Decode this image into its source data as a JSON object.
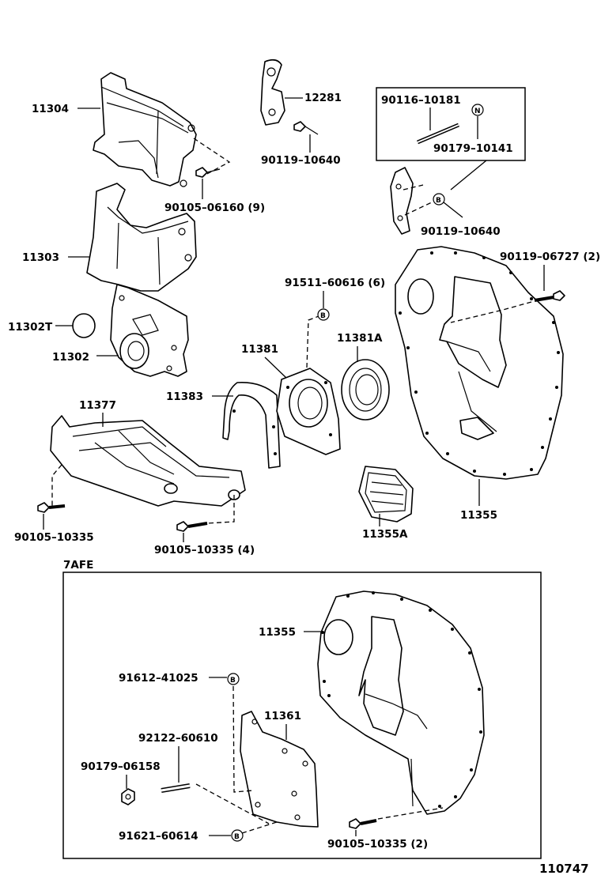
{
  "labels": {
    "p11304": "11304",
    "p12281": "12281",
    "p90119_10640a": "90119–10640",
    "p90116_10181": "90116–10181",
    "p90179_10141": "90179–10141",
    "p90119_10640b": "90119–10640",
    "p90105_06160": "90105–06160 (9)",
    "p11303": "11303",
    "p90119_06727": "90119–06727 (2)",
    "p91511_60616": "91511–60616 (6)",
    "p11302T": "11302T",
    "p11381": "11381",
    "p11381A": "11381A",
    "p11302": "11302",
    "p11383": "11383",
    "p11377": "11377",
    "p11355": "11355",
    "p11355A": "11355A",
    "p90105_10335a": "90105–10335",
    "p90105_10335b": "90105–10335 (4)",
    "section_7afe": "7AFE",
    "p11355b": "11355",
    "p91612_41025": "91612–41025",
    "p11361": "11361",
    "p92122_60610": "92122–60610",
    "p90179_06158": "90179–06158",
    "p91621_60614": "91621–60614",
    "p90105_10335c": "90105–10335 (2)",
    "figure_number": "110747"
  },
  "marks": {
    "b": "B",
    "n": "N"
  }
}
